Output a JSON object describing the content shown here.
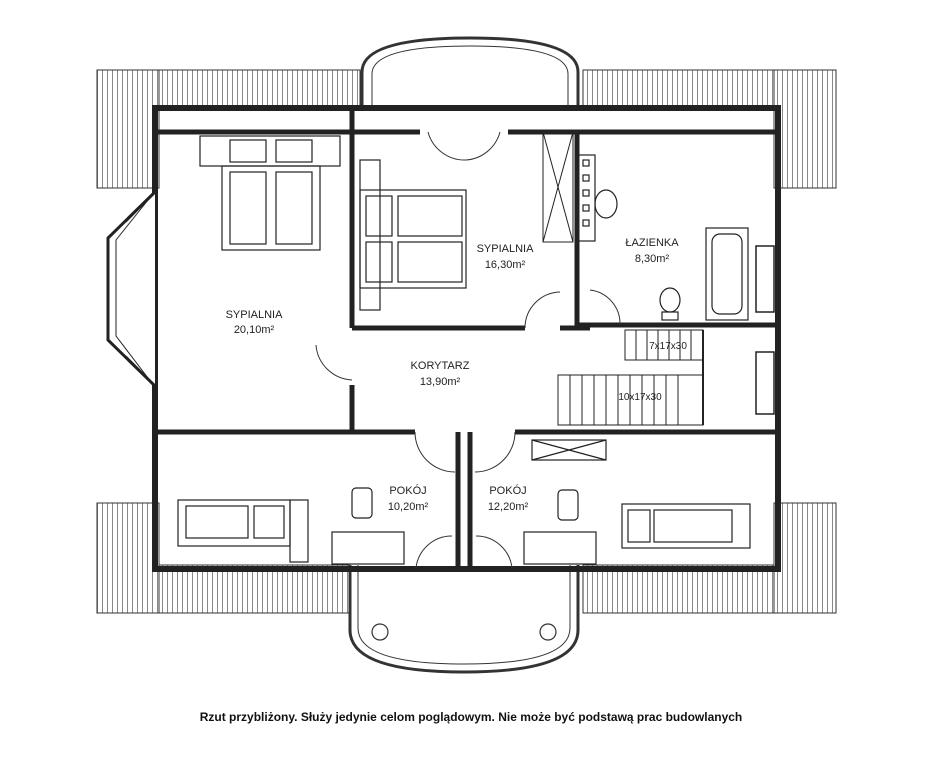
{
  "rooms": {
    "sypialnia_left": {
      "name": "SYPIALNIA",
      "area": "20,10m²"
    },
    "sypialnia_center": {
      "name": "SYPIALNIA",
      "area": "16,30m²"
    },
    "lazienka": {
      "name": "ŁAZIENKA",
      "area": "8,30m²"
    },
    "korytarz": {
      "name": "KORYTARZ",
      "area": "13,90m²"
    },
    "pokoj_left": {
      "name": "POKÓJ",
      "area": "10,20m²"
    },
    "pokoj_right": {
      "name": "POKÓJ",
      "area": "12,20m²"
    }
  },
  "stairs": {
    "upper": "7x17x30",
    "lower": "10x17x30"
  },
  "caption": "Rzut przybliżony. Służy jedynie celom poglądowym.  Nie może być podstawą prac budowlanych"
}
